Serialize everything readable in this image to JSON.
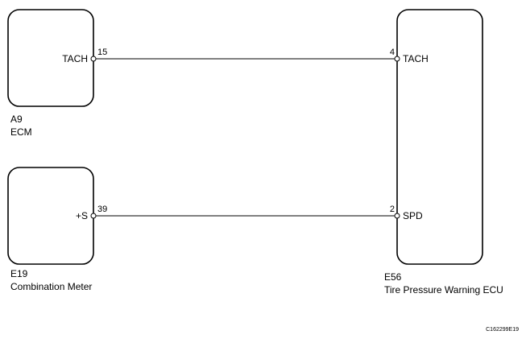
{
  "components": {
    "ecm": {
      "code": "A9",
      "name": "ECM",
      "terminal": {
        "label": "TACH",
        "pin": "15"
      }
    },
    "meter": {
      "code": "E19",
      "name": "Combination Meter",
      "terminal": {
        "label": "+S",
        "pin": "39"
      }
    },
    "tpw_ecu": {
      "code": "E56",
      "name": "Tire Pressure Warning ECU",
      "terminals": [
        {
          "label": "TACH",
          "pin": "4"
        },
        {
          "label": "SPD",
          "pin": "2"
        }
      ]
    }
  },
  "figure_code": "C162299E19"
}
